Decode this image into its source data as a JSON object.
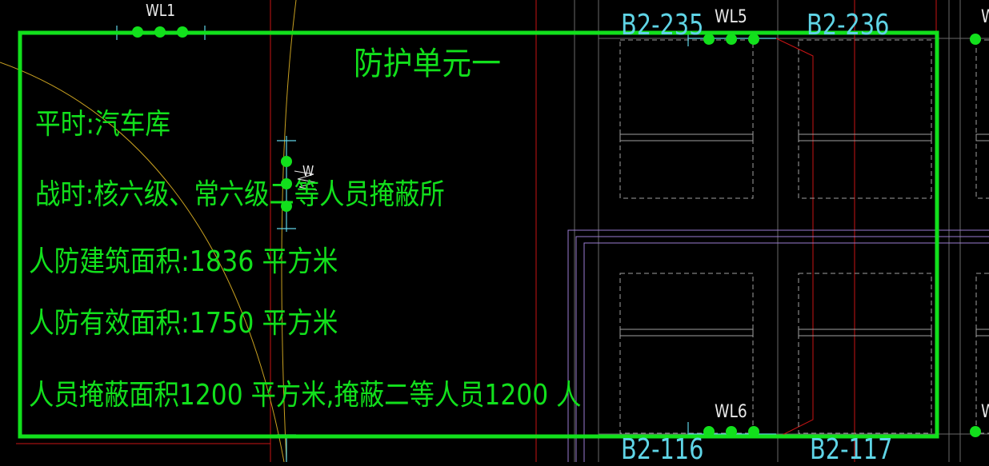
{
  "title": "防护单元一",
  "peacetime_use": "平时:汽车库",
  "wartime_use": "战时:核六级、常六级二等人员掩蔽所",
  "civil_defense_building_area": "人防建筑面积:1836 平方米",
  "civil_defense_effective_area": "人防有效面积:1750 平方米",
  "shelter_summary": "人员掩蔽面积1200 平方米,掩蔽二等人员1200 人",
  "markers": {
    "wl1": "WL1",
    "wl5": "WL5",
    "wl6": "WL6",
    "wl_partial": "W",
    "wl_right_top": "W",
    "wl_right_bottom": "W"
  },
  "room_labels": {
    "b2_235": "B2-235",
    "b2_236": "B2-236",
    "b2_116": "B2-116",
    "b2_117": "B2-117"
  },
  "colors": {
    "boundary": "#12e01c",
    "annotation_text": "#12e01c",
    "room_label": "#5fd4e6",
    "marker_label": "#e8e8e8",
    "marker_dot": "#12e01c",
    "wall_red": "#c81414",
    "grid_gray": "#8a8a8a",
    "purple": "#9a7cd2",
    "arc_orange": "#c8a020",
    "background": "#000000"
  }
}
